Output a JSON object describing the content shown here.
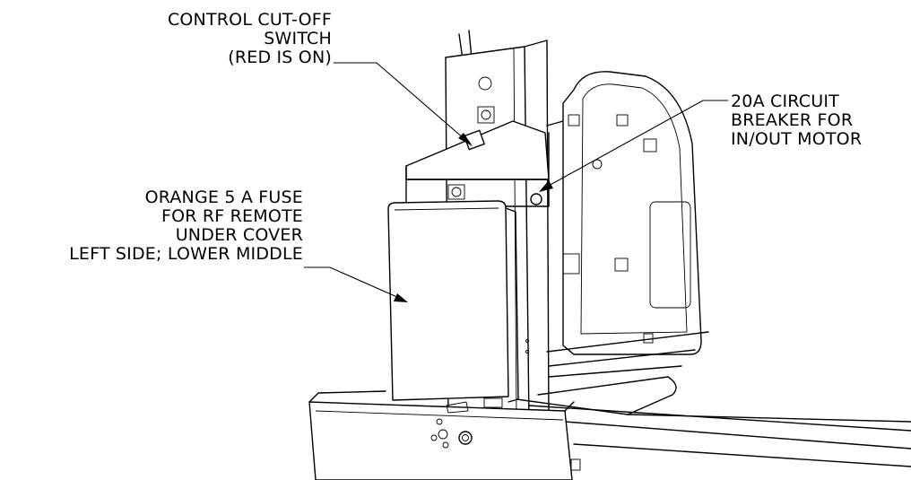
{
  "callouts": {
    "cutoff_switch": [
      "CONTROL CUT-OFF",
      "SWITCH",
      "(RED IS ON)"
    ],
    "circuit_breaker": [
      "20A CIRCUIT",
      "BREAKER FOR",
      "IN/OUT MOTOR"
    ],
    "fuse": [
      "ORANGE 5 A FUSE",
      "FOR RF REMOTE",
      "UNDER COVER",
      "LEFT SIDE; LOWER MIDDLE"
    ]
  },
  "colors": {
    "line": "#000000",
    "background": "#ffffff"
  }
}
